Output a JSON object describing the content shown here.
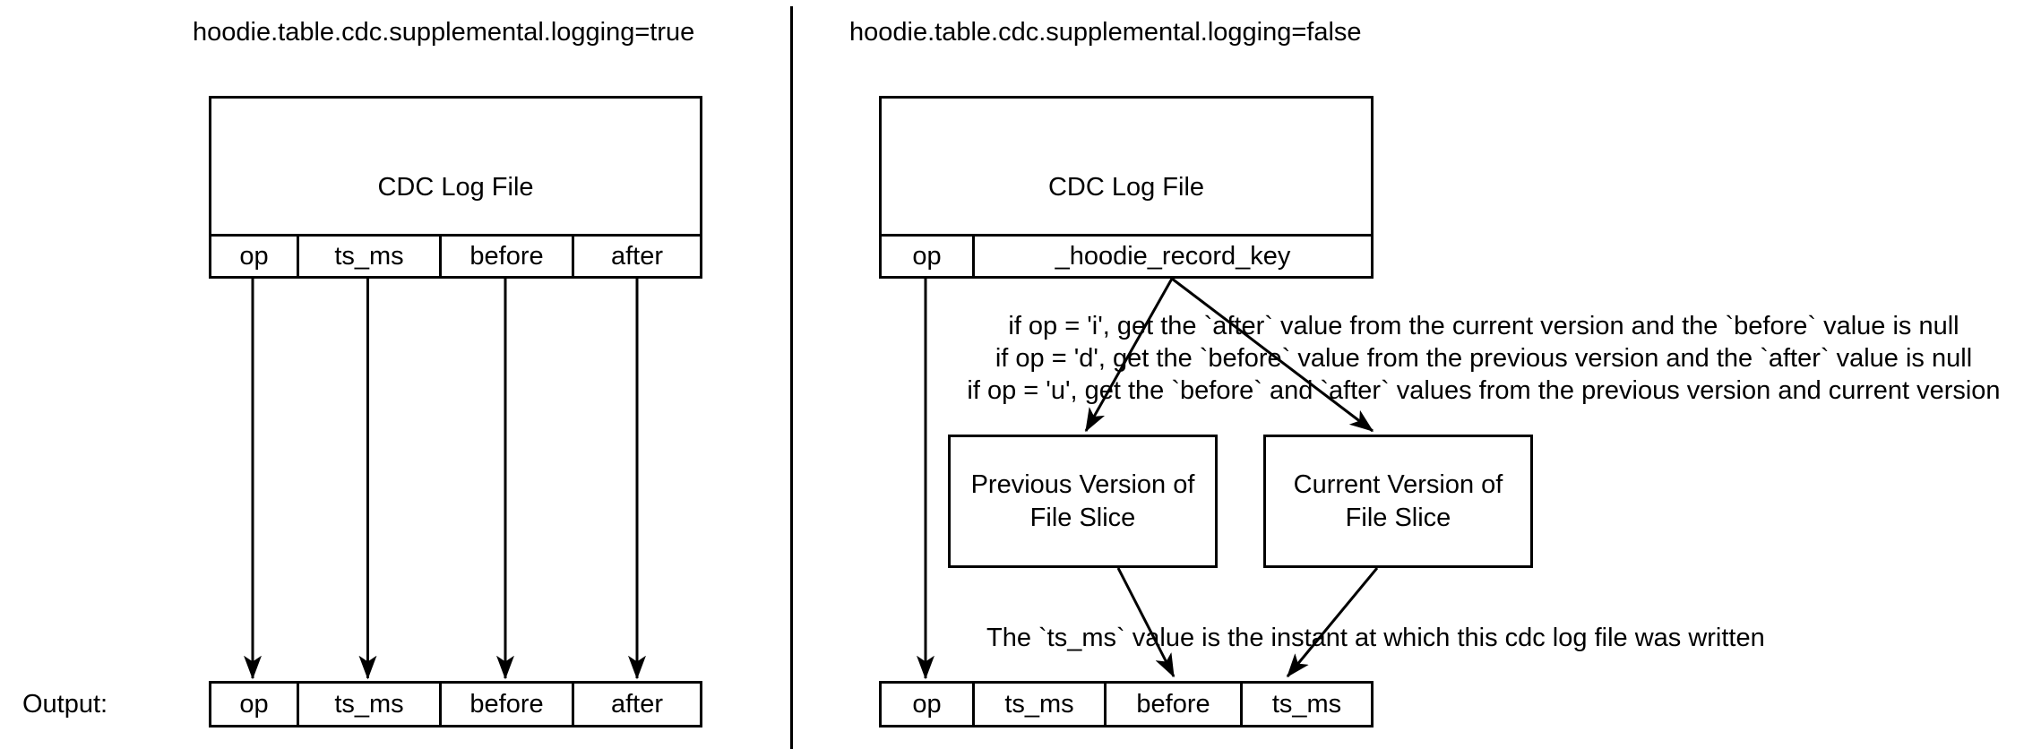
{
  "colors": {
    "stroke": "#000000",
    "background": "#ffffff"
  },
  "left_panel": {
    "title": "hoodie.table.cdc.supplemental.logging=true",
    "cdc_table": {
      "title": "CDC Log File",
      "columns": [
        "op",
        "ts_ms",
        "before",
        "after"
      ]
    },
    "output_label": "Output:",
    "output_row": [
      "op",
      "ts_ms",
      "before",
      "after"
    ]
  },
  "right_panel": {
    "title": "hoodie.table.cdc.supplemental.logging=false",
    "cdc_table": {
      "title": "CDC Log File",
      "columns": [
        "op",
        "_hoodie_record_key"
      ]
    },
    "conditions": [
      "if op = 'i', get the `after` value from the current version and the `before` value is null",
      "if op = 'd', get the `before` value from the previous version  and the `after` value is null",
      "if op = 'u', get the `before` and `after` values from the previous version and current version"
    ],
    "previous_box": {
      "line1": "Previous Version of",
      "line2": "File Slice"
    },
    "current_box": {
      "line1": "Current Version of",
      "line2": "File Slice"
    },
    "note": "The `ts_ms` value is the instant at which this cdc log file was written",
    "output_row": [
      "op",
      "ts_ms",
      "before",
      "ts_ms"
    ]
  }
}
